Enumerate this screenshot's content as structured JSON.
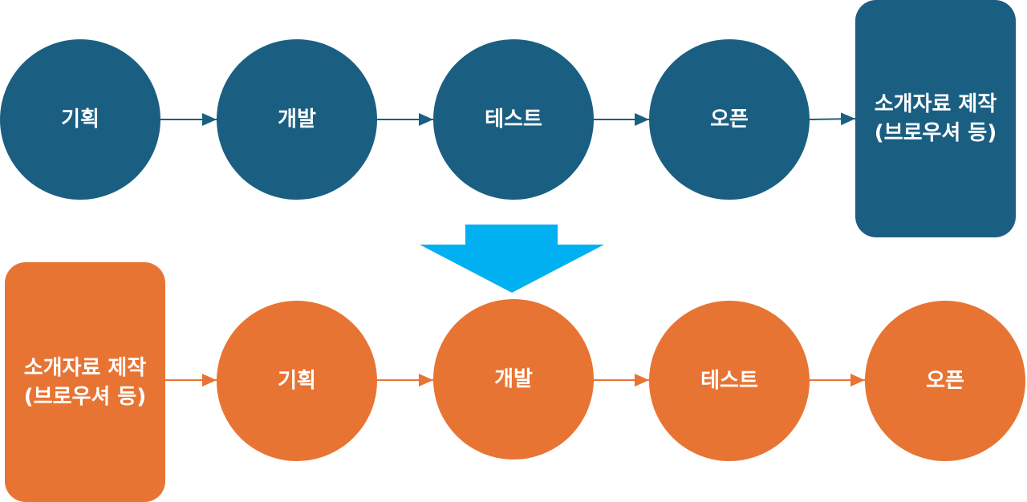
{
  "before_flow": {
    "steps": [
      "기획",
      "개발",
      "테스트",
      "오픈",
      "소개자료 제작\n(브로우셔 등)"
    ],
    "color": "#1a5f82"
  },
  "after_flow": {
    "steps": [
      "소개자료 제작\n(브로우셔 등)",
      "기획",
      "개발",
      "테스트",
      "오픈"
    ],
    "color": "#e87434"
  },
  "transition_arrow": {
    "color": "#00b0f0",
    "direction": "down"
  }
}
